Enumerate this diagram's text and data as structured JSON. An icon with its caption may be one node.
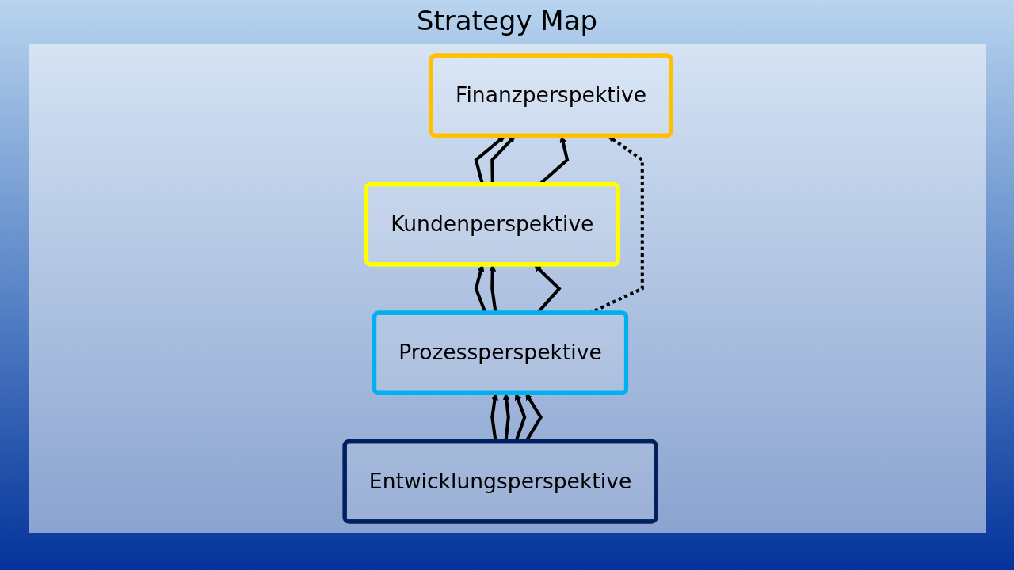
{
  "diagram": {
    "title": "Strategy Map",
    "nodes": [
      {
        "text": [
          "Finanzperspektive"
        ]
      },
      {
        "text": [
          "Kundenperspektive"
        ]
      },
      {
        "text": [
          "Prozessperspektive"
        ]
      },
      {
        "text": [
          "Entwicklungsperspektive"
        ]
      }
    ],
    "edges": [
      {
        "from": 3,
        "to": 2,
        "arrow": "to"
      },
      {
        "from": 3,
        "to": 2,
        "arrow": "to"
      },
      {
        "from": 3,
        "to": 2,
        "arrow": "to"
      },
      {
        "from": 3,
        "to": 2,
        "arrow": "to"
      },
      {
        "from": 2,
        "to": 1,
        "arrow": "to"
      },
      {
        "from": 2,
        "to": 1,
        "arrow": "to"
      },
      {
        "from": 2,
        "to": 1,
        "arrow": "to"
      },
      {
        "from": 1,
        "to": 0,
        "arrow": "to"
      },
      {
        "from": 1,
        "to": 0,
        "arrow": "to"
      },
      {
        "from": 1,
        "to": 0,
        "arrow": "to"
      },
      {
        "from": 2,
        "to": 0,
        "arrow": "to",
        "style": "dashed"
      }
    ]
  }
}
